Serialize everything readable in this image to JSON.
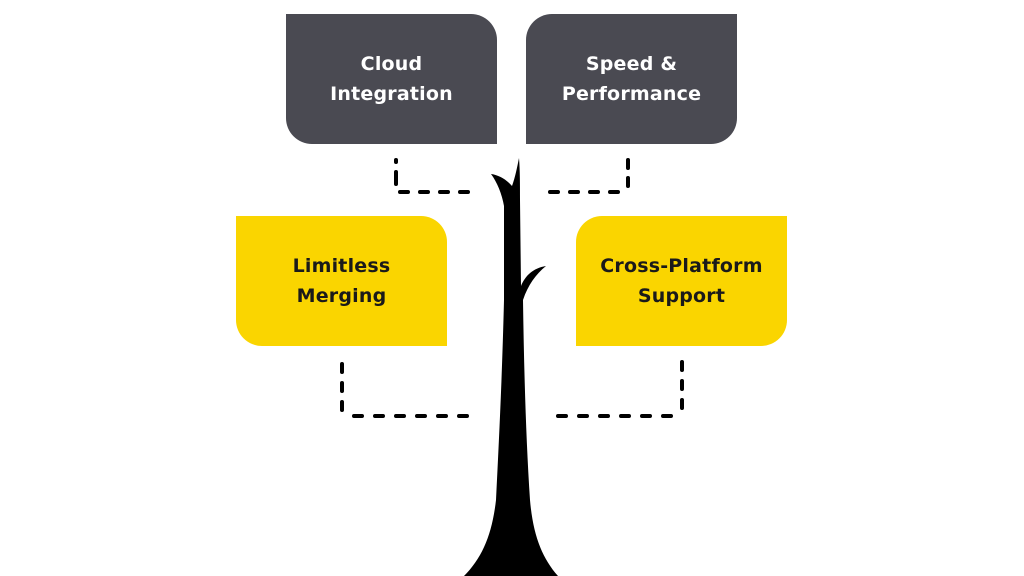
{
  "diagram": {
    "type": "tree-feature-diagram",
    "colors": {
      "dark_box": "#4a4a52",
      "dark_text": "#ffffff",
      "yellow_box": "#fad500",
      "yellow_text": "#1a1a1a",
      "tree": "#000000",
      "connector": "#000000",
      "background": "#ffffff"
    },
    "features": [
      {
        "id": "cloud",
        "label": "Cloud\nIntegration",
        "style": "dark",
        "side": "left",
        "level": "upper"
      },
      {
        "id": "speed",
        "label": "Speed &\nPerformance",
        "style": "dark",
        "side": "right",
        "level": "upper"
      },
      {
        "id": "limitless",
        "label": "Limitless\nMerging",
        "style": "yellow",
        "side": "left",
        "level": "lower"
      },
      {
        "id": "cross",
        "label": "Cross-Platform\nSupport",
        "style": "yellow",
        "side": "right",
        "level": "lower"
      }
    ],
    "connectors": [
      {
        "from": "cloud",
        "to": "tree",
        "style": "dashed"
      },
      {
        "from": "speed",
        "to": "tree",
        "style": "dashed"
      },
      {
        "from": "limitless",
        "to": "tree",
        "style": "dashed"
      },
      {
        "from": "cross",
        "to": "tree",
        "style": "dashed"
      }
    ]
  }
}
